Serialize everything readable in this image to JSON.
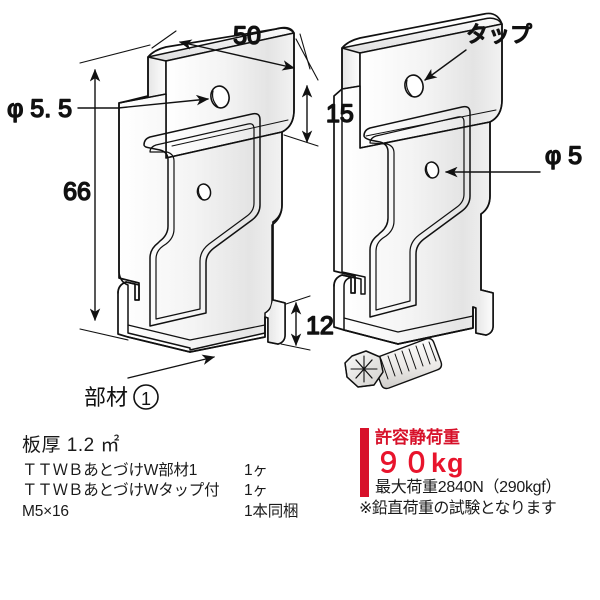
{
  "drawing": {
    "dimensions": {
      "width_top": "50",
      "height_left": "66",
      "height_flange": "15",
      "height_tab": "12"
    },
    "callouts": {
      "hole_large": "φ 5. 5",
      "hole_small": "φ 5",
      "tap": "タップ",
      "part_one": "部材1"
    }
  },
  "spec": {
    "title": "板厚 1.2 ㎡",
    "rows": [
      {
        "name": "ＴＴＷＢあとづけW部材1",
        "qty": "1ヶ"
      },
      {
        "name": "ＴＴＷＢあとづけWタップ付",
        "qty": "1ヶ"
      },
      {
        "name": "M5×16",
        "qty": "1本同梱"
      }
    ]
  },
  "load": {
    "label": "許容静荷重",
    "value": "９０kg",
    "max": "最大荷重2840N（290kgf）",
    "note": "※鉛直荷重の試験となります",
    "accent_color": "#d7112a"
  }
}
